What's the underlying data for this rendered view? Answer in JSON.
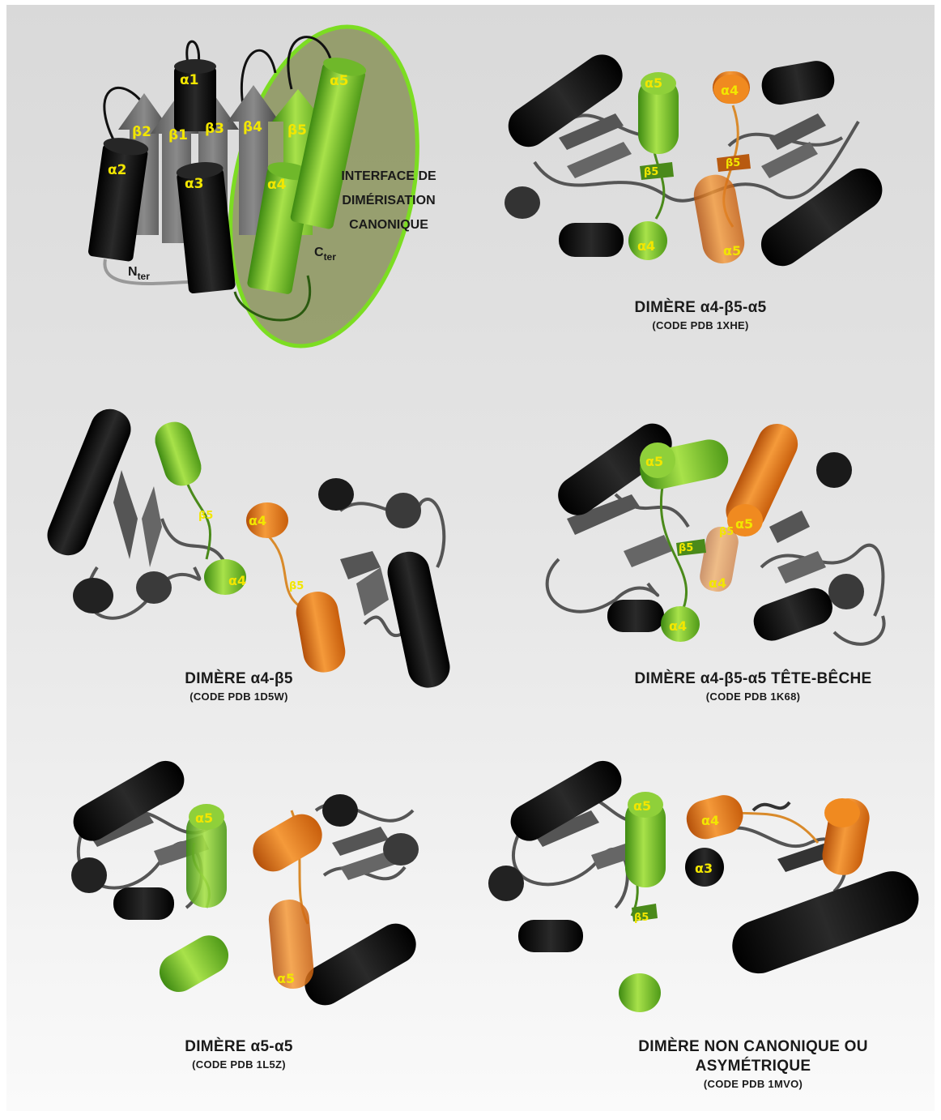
{
  "panel_main": {
    "labels": {
      "a1": "α1",
      "a2": "α2",
      "a3": "α3",
      "a4": "α4",
      "a5": "α5",
      "b1": "β1",
      "b2": "β2",
      "b3": "β3",
      "b4": "β4",
      "b5": "β5",
      "nter": "N",
      "nter_sub": "ter",
      "cter": "C",
      "cter_sub": "ter"
    },
    "interface_text": [
      "INTERFACE DE",
      "DIMÉRISATION",
      "CANONIQUE"
    ]
  },
  "panel_1xhe": {
    "title": "DIMÈRE α4-β5-α5",
    "code": "(CODE PDB 1XHE)",
    "labels": {
      "g_a5": "α5",
      "g_b5": "β5",
      "g_a4": "α4",
      "o_a4": "α4",
      "o_b5": "β5",
      "o_a5": "α5"
    }
  },
  "panel_1d5w": {
    "title": "DIMÈRE α4-β5",
    "code": "(CODE PDB 1D5W)",
    "labels": {
      "g_b5": "β5",
      "g_a4": "α4",
      "o_a4": "α4",
      "o_b5": "β5"
    }
  },
  "panel_1k68": {
    "title": "DIMÈRE α4-β5-α5 TÊTE-BÊCHE",
    "code": "(CODE PDB 1K68)",
    "labels": {
      "g_a5": "α5",
      "g_b5": "β5",
      "g_a4": "α4",
      "o_a5": "α5",
      "o_b5": "β5",
      "o_a4": "α4"
    }
  },
  "panel_1l5z": {
    "title": "DIMÈRE α5-α5",
    "code": "(CODE PDB 1L5Z)",
    "labels": {
      "g_a5": "α5",
      "o_a5": "α5"
    }
  },
  "panel_1mvo": {
    "title_line1": "DIMÈRE NON CANONIQUE OU",
    "title_line2": "ASYMÉTRIQUE",
    "code": "(CODE PDB 1MVO)",
    "labels": {
      "g_a5": "α5",
      "g_b5": "β5",
      "o_a4": "α4",
      "k_a3": "α3"
    }
  },
  "colors": {
    "green": "#7cc62a",
    "orange": "#e8730f",
    "black": "#111111",
    "grey": "#6a6a6a",
    "label": "#f2e600"
  }
}
